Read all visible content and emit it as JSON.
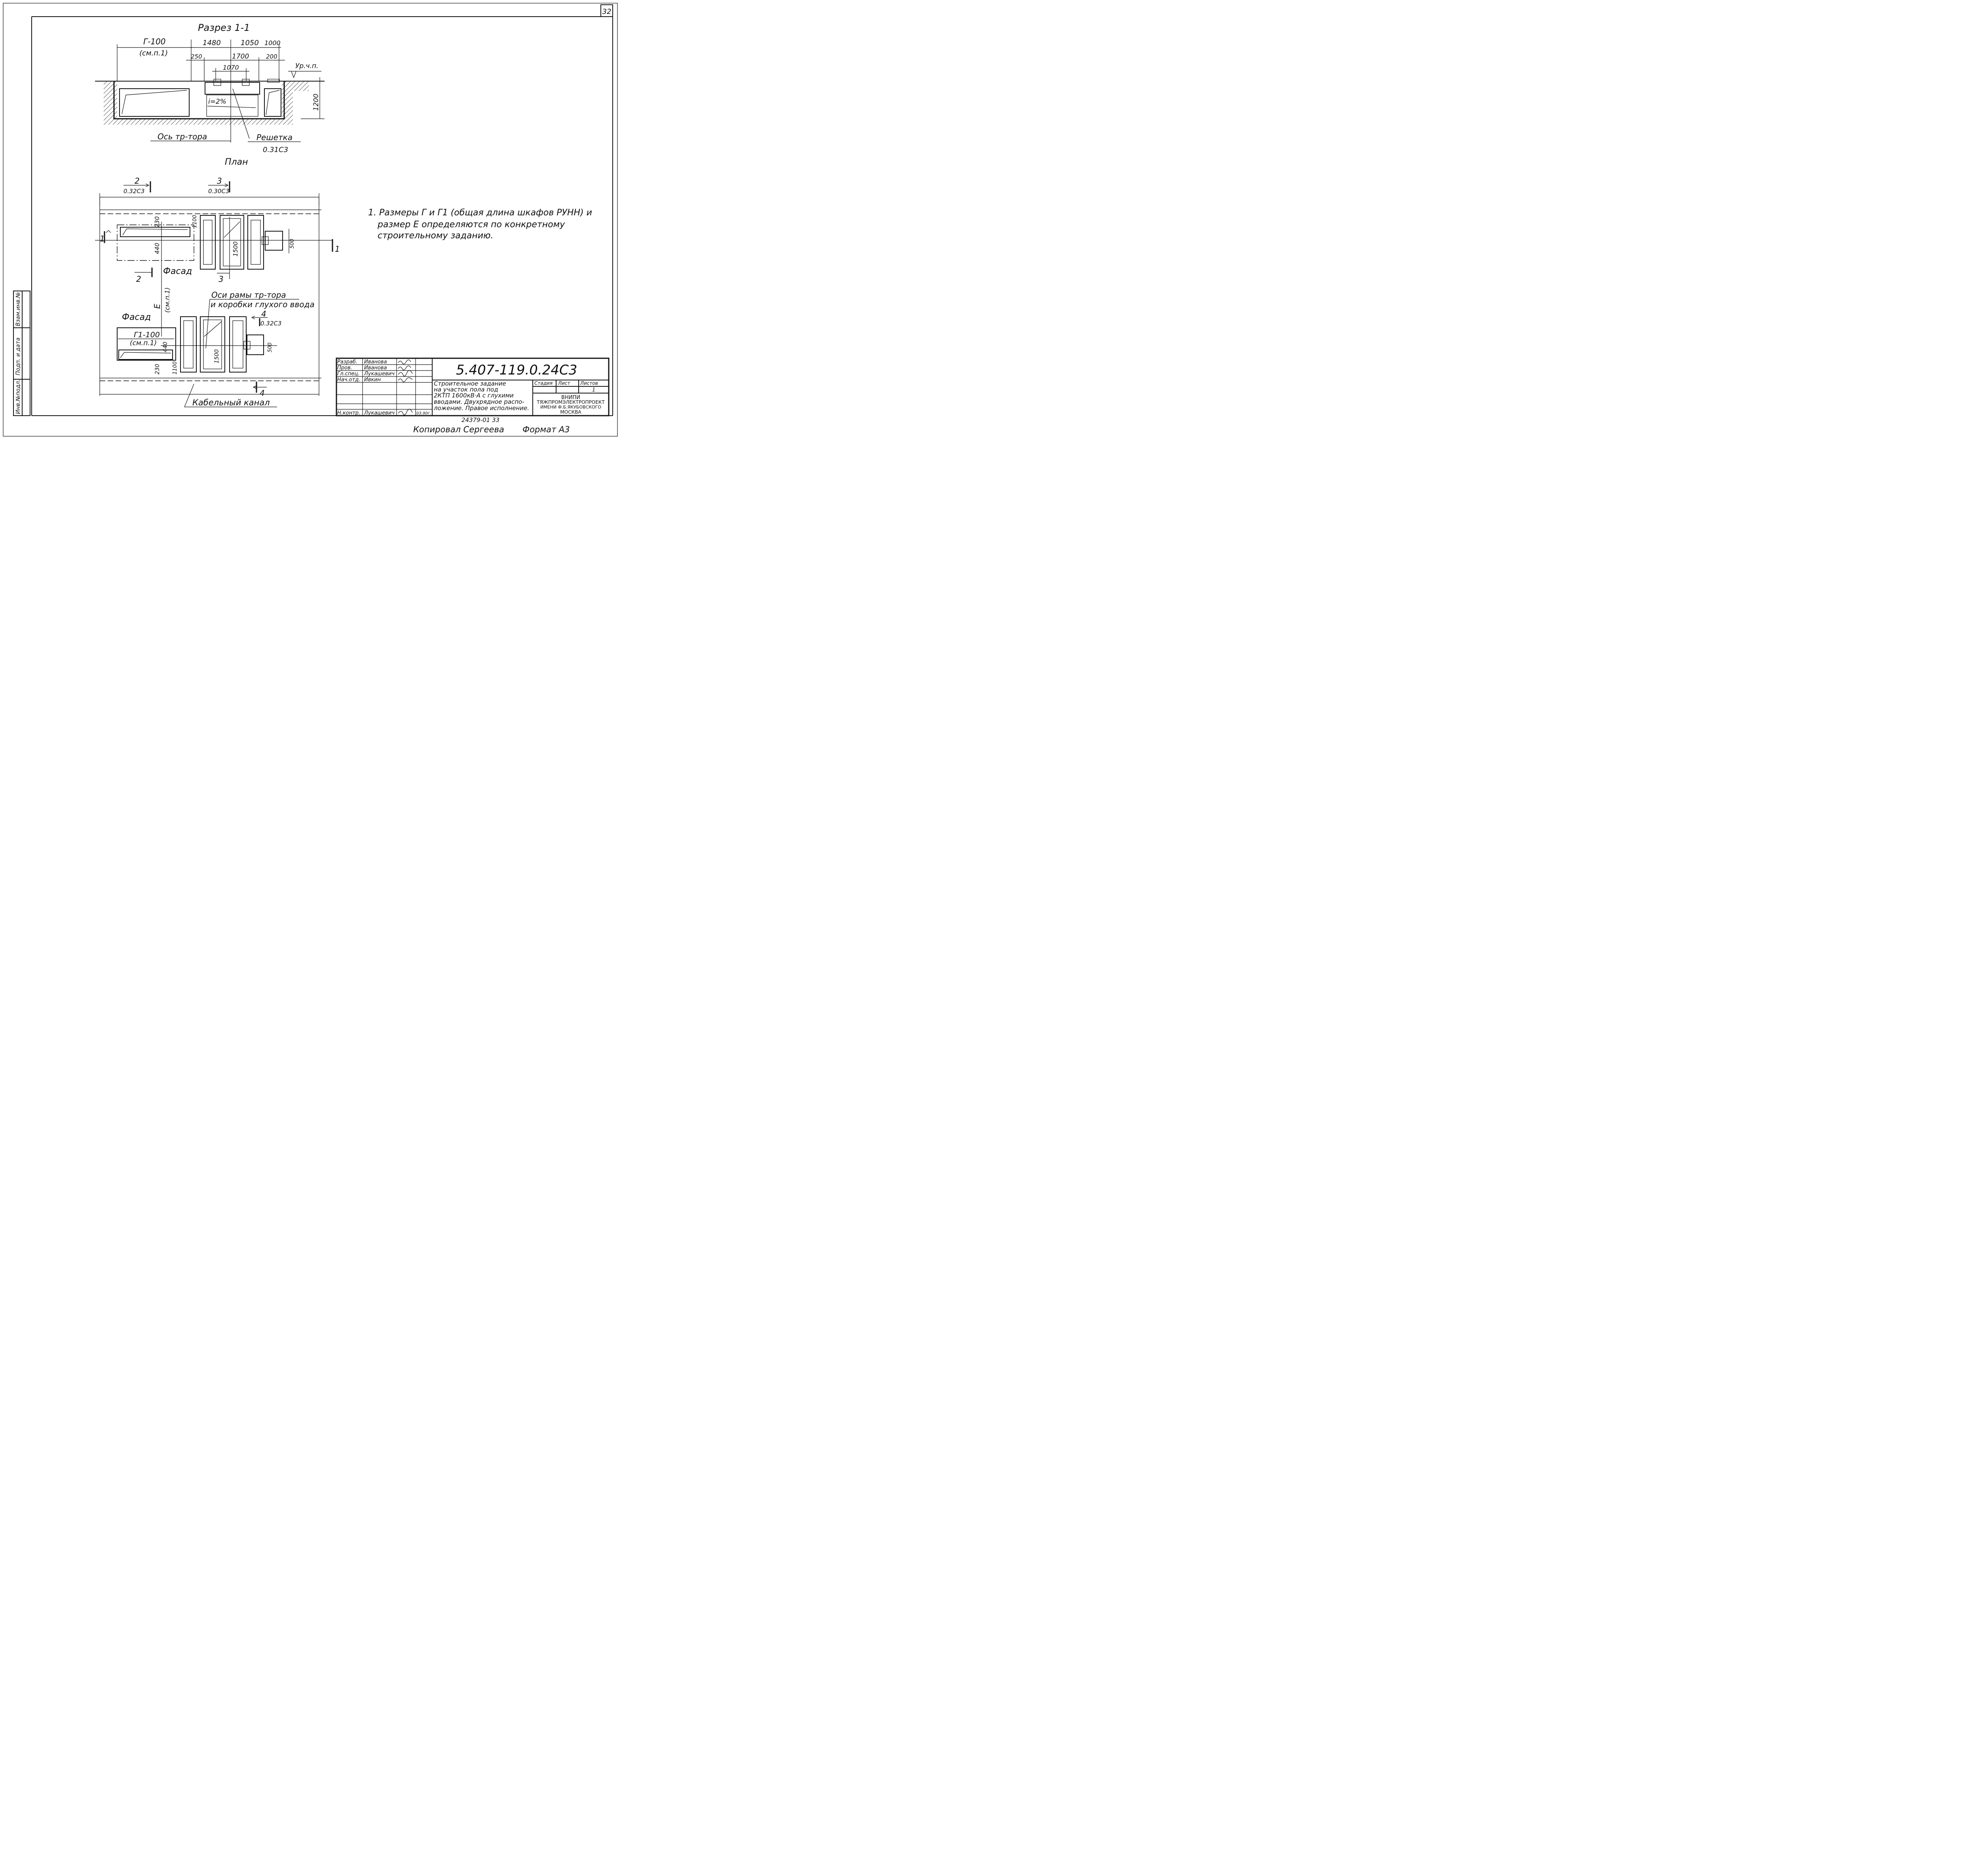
{
  "sheet": {
    "page_number": "32"
  },
  "section": {
    "title": "Разрез 1-1",
    "dim_g100": "Г-100",
    "dim_g100_note": "(см.п.1)",
    "dim_1480": "1480",
    "dim_1050": "1050",
    "dim_1000": "1000",
    "dim_250": "250",
    "dim_1700": "1700",
    "dim_200": "200",
    "dim_1070": "1070",
    "level_mark": "Ур.ч.п.",
    "slope": "i=2%",
    "dim_1200": "1200",
    "axis_label": "Ось тр-тора",
    "grate_label": "Решетка",
    "grate_ref": "0.31С3"
  },
  "plan": {
    "title": "План",
    "cut2_num": "2",
    "cut2_ref": "0.32С3",
    "cut3_num": "3",
    "cut3_ref": "0.30С3",
    "cut1_left": "1",
    "cut1_right": "1",
    "dim_230_top": "230",
    "dim_440_top": "440",
    "dim_1100_top": "1100",
    "dim_1500_top": "1500",
    "dim_500_top": "500",
    "facade_top": "Фасад",
    "cut2_bottom": "2",
    "cut3_bottom": "3",
    "dim_e": "Е",
    "dim_e_note": "(см.п.1)",
    "axes_label_1": "Оси рамы тр-тора",
    "axes_label_2": "и коробки глухого ввода",
    "cut4_num": "4",
    "cut4_ref": "0.32С3",
    "facade_bottom": "Фасад",
    "dim_g1": "Г1-100",
    "dim_g1_note": "(см.п.1)",
    "dim_440_bot": "440",
    "dim_230_bot": "230",
    "dim_1100_bot": "1100",
    "dim_1500_bot": "1500",
    "dim_500_bot": "500",
    "cut4_bottom": "4",
    "cable_channel": "Кабельный канал"
  },
  "notes": [
    "1. Размеры Г и Г1 (общая длина шкафов РУНН) и",
    "размер Е определяются по конкретному",
    "строительному заданию."
  ],
  "side_stamp": [
    "Взам.инв.№",
    "Подп. и дата",
    "Инв.№подл."
  ],
  "title_block": {
    "rows": [
      {
        "role": "Разраб.",
        "name": "Иванова"
      },
      {
        "role": "Пров.",
        "name": "Иванова"
      },
      {
        "role": "Гл.спец.",
        "name": "Лукашевич"
      },
      {
        "role": "Нач.отд.",
        "name": "Ивкин"
      },
      {
        "role": "",
        "name": ""
      },
      {
        "role": "",
        "name": ""
      },
      {
        "role": "Н.контр.",
        "name": "Лукашевич"
      }
    ],
    "date": "03.90г.",
    "code": "5.407-119.0.24С3",
    "description": [
      "Строительное задание",
      "на участок пола под",
      "2КТП 1600кВ·А с глухими",
      "вводами. Двухрядное распо-",
      "ложение. Правое исполнение."
    ],
    "stage_header": "Стадия",
    "sheet_header": "Лист",
    "sheets_header": "Листов",
    "sheets_value": "1",
    "org_line1": "ВНИПИ",
    "org_line2": "ТЯЖПРОМЭЛЕКТРОПРОЕКТ",
    "org_line3": "ИМЕНИ Ф.Б.ЯКУБОВСКОГО",
    "org_line4": "МОСКВА"
  },
  "footer": {
    "order_number": "24379-01   33",
    "copied_by": "Копировал   Сергеева",
    "format": "Формат А3"
  }
}
